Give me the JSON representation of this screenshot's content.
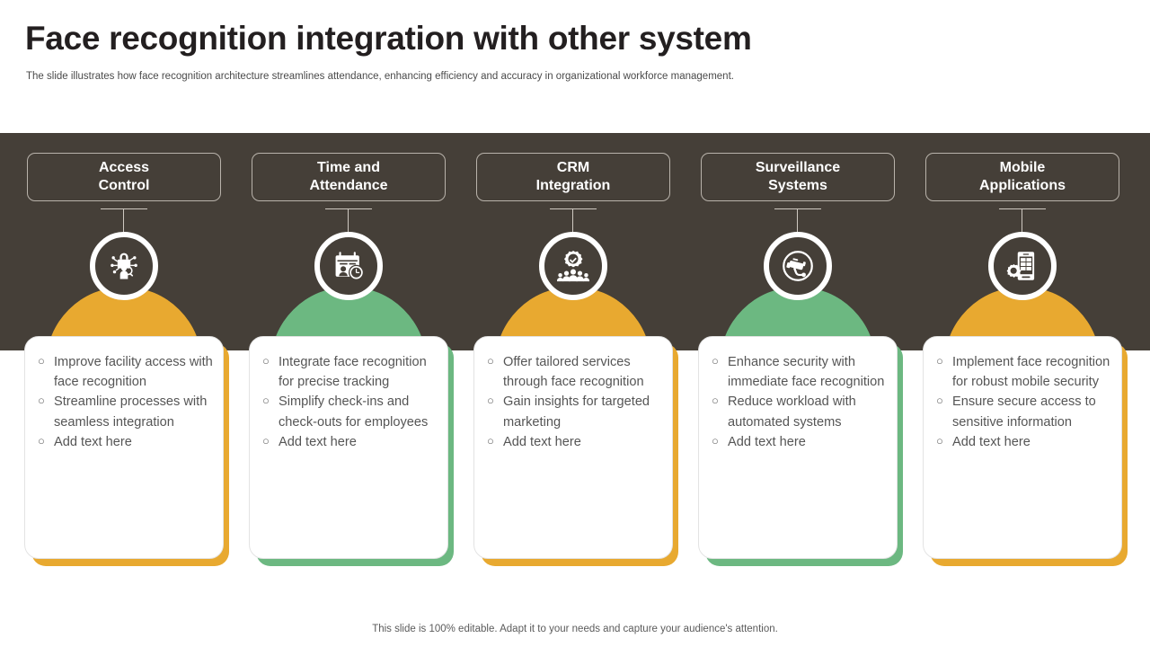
{
  "header": {
    "title": "Face recognition integration with other system",
    "subtitle": "The slide illustrates how face recognition architecture streamlines attendance, enhancing efficiency and accuracy in organizational workforce management."
  },
  "theme": {
    "dark_band": "#453F38",
    "orange": "#E8A930",
    "green": "#6CB881",
    "card_bg": "#FFFFFF",
    "title_color": "#231F20",
    "body_text": "#555555",
    "pill_border": "#B9B3AB"
  },
  "columns": [
    {
      "title": "Access\nControl",
      "title_plain": "Access Control",
      "color": "#E8A930",
      "icon": "padlock-network-person-icon",
      "bullets": [
        "Improve facility access with face recognition",
        "Streamline processes with seamless integration",
        "Add text here"
      ]
    },
    {
      "title": "Time and\nAttendance",
      "title_plain": "Time and Attendance",
      "color": "#6CB881",
      "icon": "calendar-clock-icon",
      "bullets": [
        "Integrate face recognition for precise tracking",
        "Simplify check-ins and check-outs for employees",
        "Add text here"
      ]
    },
    {
      "title": "CRM\nIntegration",
      "title_plain": "CRM Integration",
      "color": "#E8A930",
      "icon": "gear-check-people-icon",
      "bullets": [
        "Offer tailored services through face recognition",
        "Gain insights for targeted marketing",
        "Add text here"
      ]
    },
    {
      "title": "Surveillance\nSystems",
      "title_plain": "Surveillance Systems",
      "color": "#6CB881",
      "icon": "cctv-camera-icon",
      "bullets": [
        "Enhance security with immediate face recognition",
        "Reduce workload with automated systems",
        "Add text here"
      ]
    },
    {
      "title": "Mobile\nApplications",
      "title_plain": "Mobile Applications",
      "color": "#E8A930",
      "icon": "smartphone-gear-icon",
      "bullets": [
        "Implement face recognition for robust mobile security",
        "Ensure secure access to sensitive information",
        "Add text here"
      ]
    }
  ],
  "bullet_marker": "○",
  "footer": {
    "note": "This slide is 100% editable. Adapt it to your needs and capture your audience's attention."
  }
}
